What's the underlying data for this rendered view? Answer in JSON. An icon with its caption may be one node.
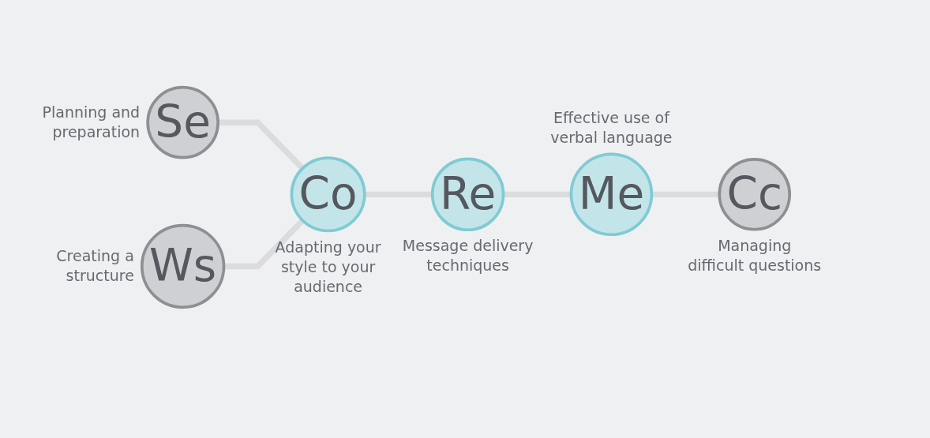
{
  "diagram": {
    "nodes": [
      {
        "text": [
          "Se"
        ],
        "beside": [
          "Planning and preparation"
        ]
      },
      {
        "text": [
          "Me"
        ],
        "beside": [
          "Effective use of verbal language"
        ]
      },
      {
        "text": [
          "Co"
        ],
        "beside": [
          "Adapting your style to your audience"
        ]
      },
      {
        "text": [
          "Re"
        ],
        "beside": [
          "Message delivery techniques"
        ]
      },
      {
        "text": [
          "Cc"
        ],
        "beside": [
          "Managing difficult questions"
        ]
      },
      {
        "text": [
          "Ws"
        ],
        "beside": [
          "Creating a structure"
        ]
      }
    ],
    "edges": [
      {
        "from": 0,
        "to": 2,
        "arrow": "none"
      },
      {
        "from": 5,
        "to": 2,
        "arrow": "none"
      },
      {
        "from": 2,
        "to": 3,
        "arrow": "none"
      },
      {
        "from": 3,
        "to": 1,
        "arrow": "none"
      },
      {
        "from": 1,
        "to": 4,
        "arrow": "none"
      }
    ]
  }
}
